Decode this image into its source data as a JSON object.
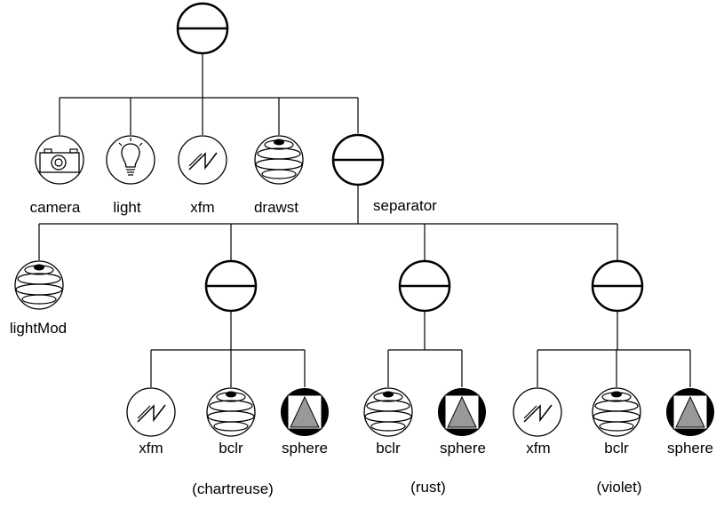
{
  "labels": {
    "camera": "camera",
    "light": "light",
    "xfm_top": "xfm",
    "drawst": "drawst",
    "separator": "separator",
    "lightmod": "lightMod",
    "g1_xfm": "xfm",
    "g1_bclr": "bclr",
    "g1_sphere": "sphere",
    "g2_bclr": "bclr",
    "g2_sphere": "sphere",
    "g3_xfm": "xfm",
    "g3_bclr": "bclr",
    "g3_sphere": "sphere"
  },
  "group_notes": {
    "chartreuse": "(chartreuse)",
    "rust": "(rust)",
    "violet": "(violet)"
  },
  "icons": {
    "separator": "separator-icon",
    "camera": "camera-icon",
    "light": "lightbulb-icon",
    "transform": "transform-icon",
    "drawstyle": "drawstyle-sphere-icon",
    "shape": "sphere-shape-icon"
  },
  "colors": {
    "line": "#000000",
    "shape_fill": "#999999"
  }
}
